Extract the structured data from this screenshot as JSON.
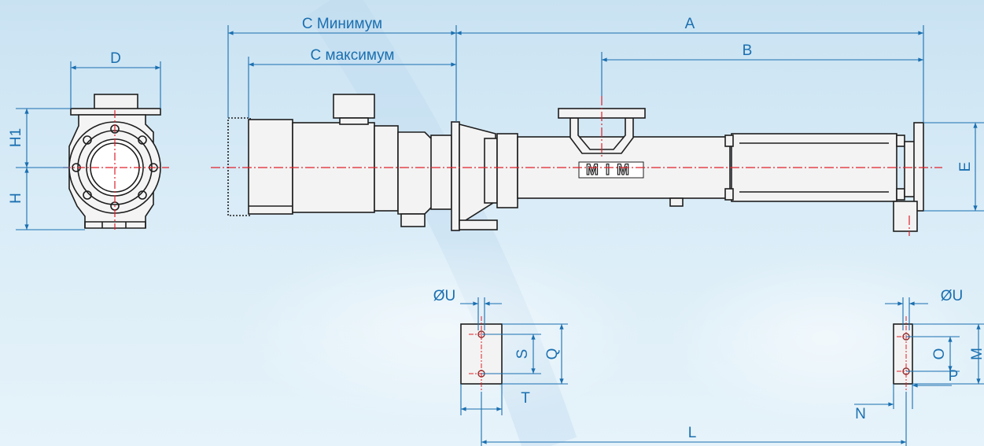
{
  "labels": {
    "a": "A",
    "b": "B",
    "c_min": "С Минимум",
    "c_max": "С максимум",
    "d": "D",
    "e": "E",
    "h": "H",
    "h1": "H1",
    "l": "L",
    "m": "M",
    "n": "N",
    "o": "O",
    "p": "P",
    "q": "Q",
    "s": "S",
    "t": "T",
    "u_left": "ØU",
    "u_right": "ØU",
    "brand": "MIM"
  },
  "colors": {
    "background": "#d6eaf6",
    "dimension": "#1a6fb0",
    "outline": "#1e1e1e",
    "centerline": "#e0202a"
  }
}
